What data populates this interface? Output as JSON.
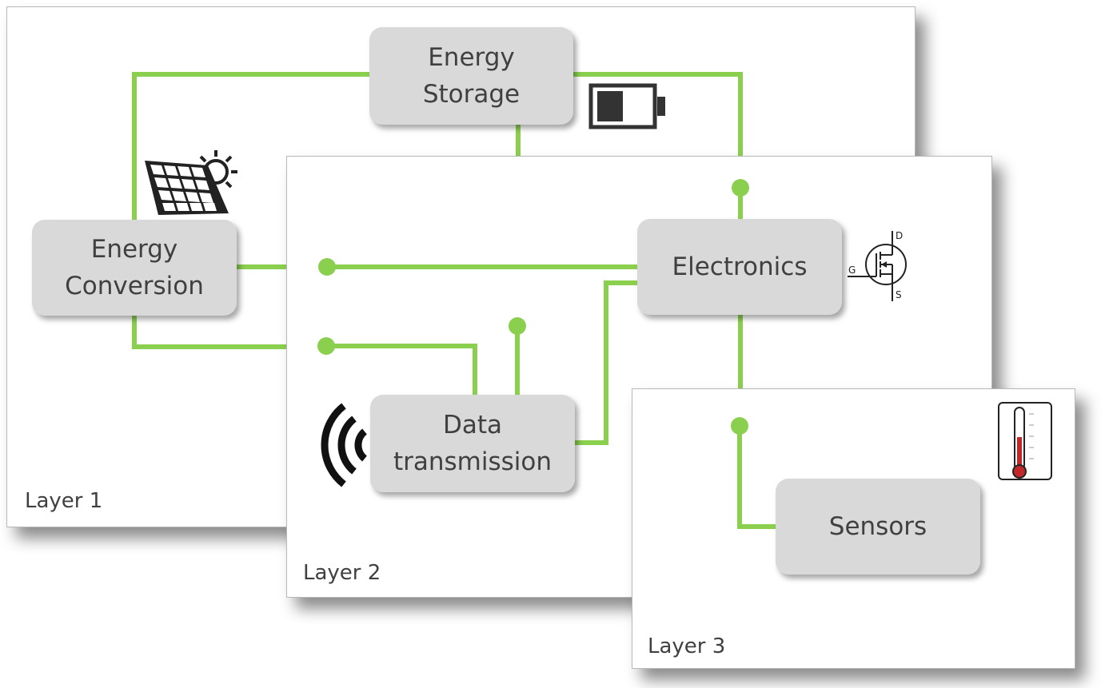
{
  "layers": [
    {
      "label": "Layer 1"
    },
    {
      "label": "Layer 2"
    },
    {
      "label": "Layer 3"
    }
  ],
  "blocks": {
    "energy_storage": "Energy\nStorage",
    "energy_conversion": "Energy\nConversion",
    "electronics": "Electronics",
    "data_transmission": "Data\ntransmission",
    "sensors": "Sensors"
  },
  "transistor_labels": {
    "drain": "D",
    "gate": "G",
    "source": "S"
  },
  "colors": {
    "connector": "#8bcf4f",
    "block": "#d9d9d9",
    "thermometer_fluid": "#c0282a"
  },
  "icons": [
    "solar-panel-icon",
    "battery-icon",
    "wireless-signal-icon",
    "mosfet-transistor-icon",
    "thermometer-icon"
  ]
}
